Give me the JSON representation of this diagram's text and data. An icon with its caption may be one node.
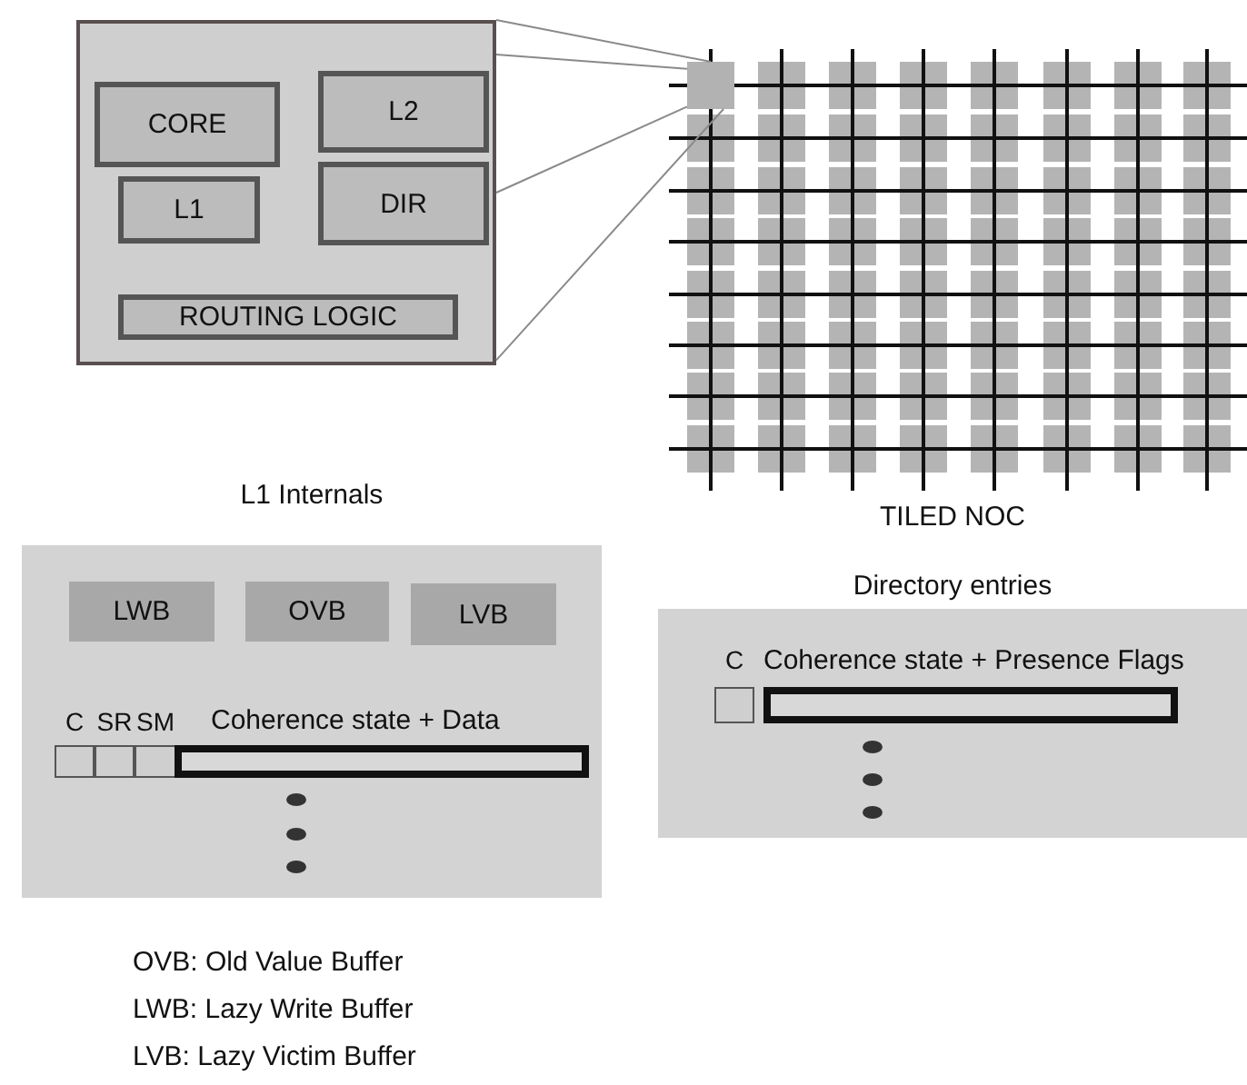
{
  "diagram": {
    "nodes": [
      {
        "text": [],
        "shape": "box"
      },
      {
        "text": [
          "CORE"
        ],
        "in": 0
      },
      {
        "text": [
          "L2"
        ],
        "in": 0
      },
      {
        "text": [
          "L1"
        ],
        "in": 0
      },
      {
        "text": [
          "DIR"
        ],
        "in": 0
      },
      {
        "text": [
          "ROUTING LOGIC"
        ],
        "in": 0
      },
      {
        "text": [
          "TILED NOC"
        ]
      },
      {
        "text": [],
        "shape": "box",
        "in": 6
      },
      {
        "text": [
          "L1 Internals"
        ]
      },
      {
        "text": [
          "LWB"
        ],
        "in": 8
      },
      {
        "text": [
          "OVB"
        ],
        "in": 8
      },
      {
        "text": [
          "LVB"
        ],
        "in": 8
      },
      {
        "text": [
          "C"
        ],
        "in": 8
      },
      {
        "text": [
          "SR"
        ],
        "in": 8
      },
      {
        "text": [
          "SM"
        ],
        "in": 8
      },
      {
        "text": [
          "Coherence state + Data"
        ],
        "in": 8
      },
      {
        "text": [
          "Directory entries"
        ]
      },
      {
        "text": [
          "C"
        ],
        "in": 16
      },
      {
        "text": [
          "Coherence state + Presence Flags"
        ],
        "in": 16
      }
    ],
    "edges": [
      {
        "from": 0,
        "to": 7,
        "arrow": "none"
      },
      {
        "from": 0,
        "to": 7,
        "arrow": "none"
      },
      {
        "from": 0,
        "to": 7,
        "arrow": "none"
      },
      {
        "from": 0,
        "to": 7,
        "arrow": "none"
      }
    ],
    "labels": [
      "OVB: Old Value Buffer",
      "LWB: Lazy Write Buffer",
      "LVB: Lazy Victim Buffer"
    ]
  }
}
